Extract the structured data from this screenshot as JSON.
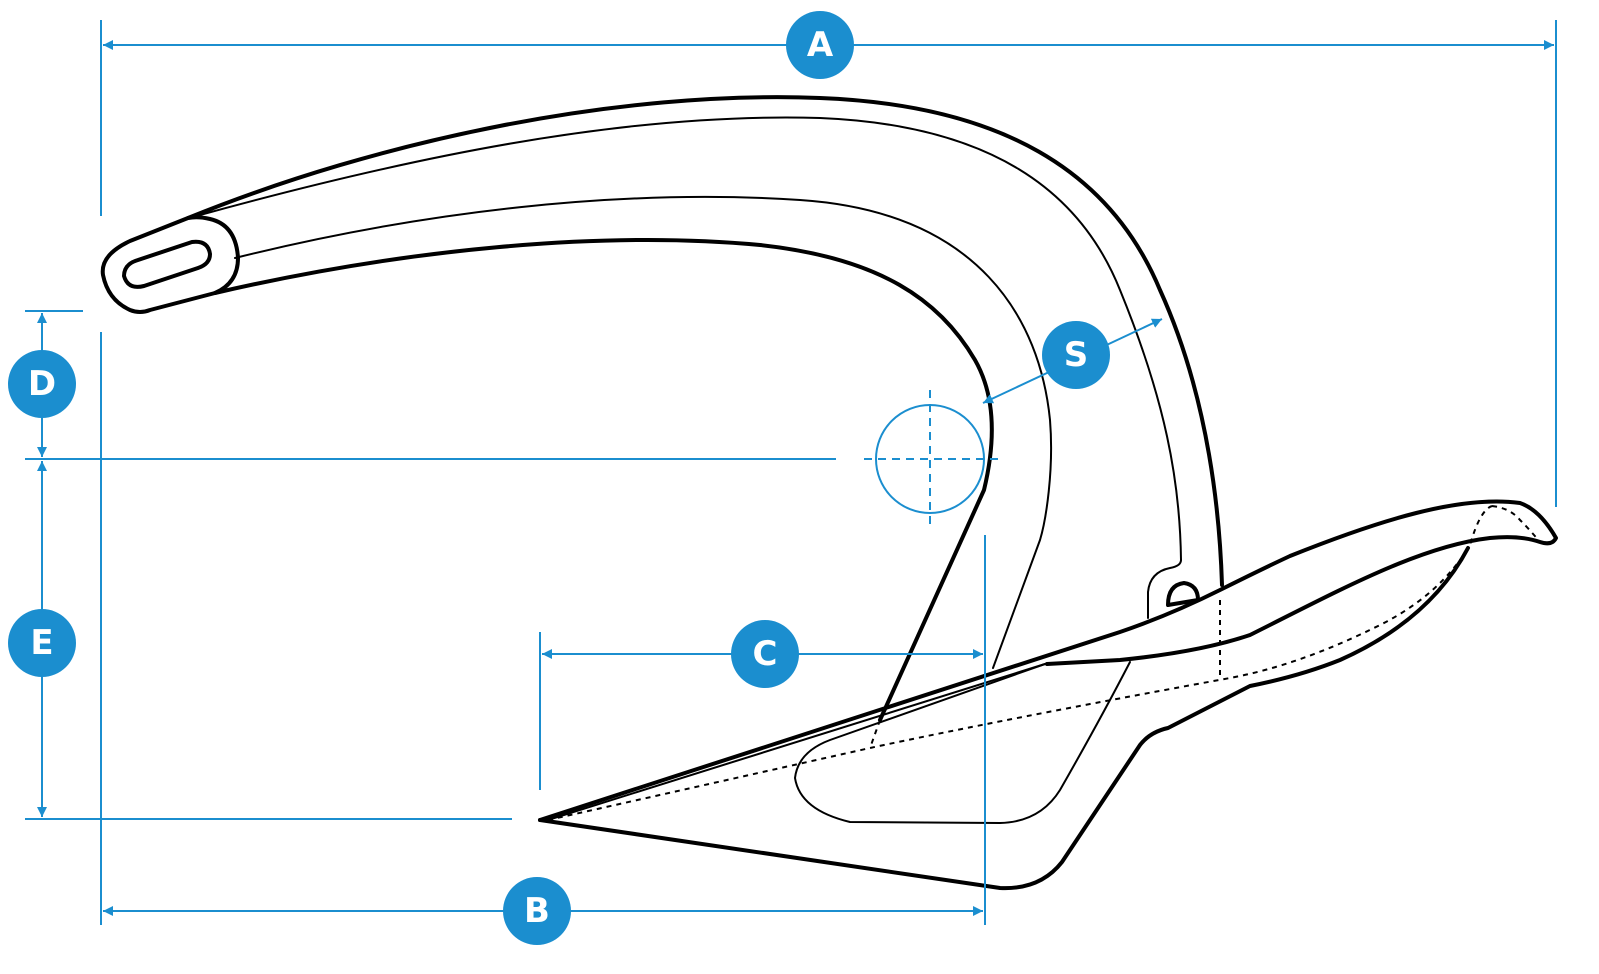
{
  "diagram": {
    "colors": {
      "dimension": "#1b8ecf",
      "outline": "#000000",
      "badge_text": "#ffffff",
      "background": "#ffffff"
    },
    "labels": {
      "A": "A",
      "B": "B",
      "C": "C",
      "D": "D",
      "E": "E",
      "S": "S"
    }
  }
}
